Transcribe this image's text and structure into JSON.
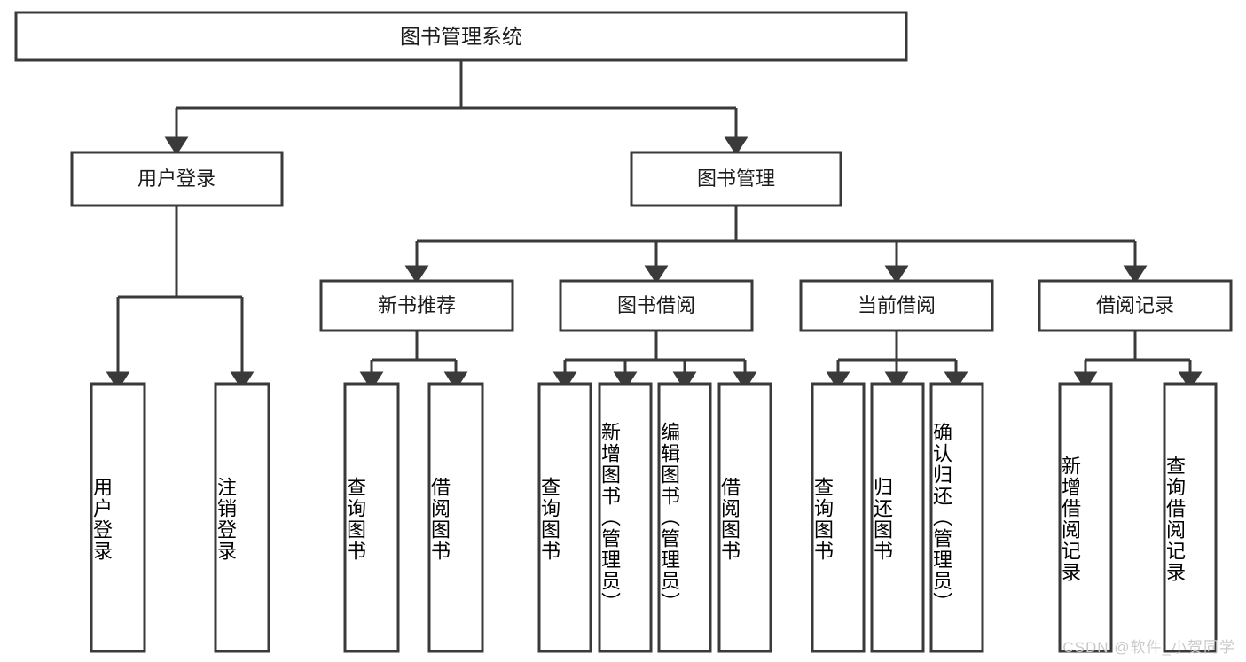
{
  "diagram": {
    "type": "tree",
    "title": "图书管理系统",
    "root": {
      "label": "图书管理系统"
    },
    "level2": [
      {
        "label": "用户登录"
      },
      {
        "label": "图书管理"
      }
    ],
    "level3": [
      {
        "label": "新书推荐"
      },
      {
        "label": "图书借阅"
      },
      {
        "label": "当前借阅"
      },
      {
        "label": "借阅记录"
      }
    ],
    "leaves": {
      "user_login": [
        {
          "label": "用户登录"
        },
        {
          "label": "注销登录"
        }
      ],
      "new_book_recommend": [
        {
          "label": "查询图书"
        },
        {
          "label": "借阅图书"
        }
      ],
      "book_borrow": [
        {
          "label": "查询图书"
        },
        {
          "label": "新增图书（管理员）"
        },
        {
          "label": "编辑图书（管理员）"
        },
        {
          "label": "借阅图书"
        }
      ],
      "current_borrow": [
        {
          "label": "查询图书"
        },
        {
          "label": "归还图书"
        },
        {
          "label": "确认归还（管理员）"
        }
      ],
      "borrow_record": [
        {
          "label": "新增借阅记录"
        },
        {
          "label": "查询借阅记录"
        }
      ]
    },
    "colors": {
      "box_stroke": "#3a3a3a",
      "box_fill": "#ffffff",
      "text": "#1c1c1c",
      "background": "#ffffff",
      "watermark": "#c9c9c9"
    }
  },
  "watermark": {
    "text": "CSDN @软件_小贺同学"
  }
}
